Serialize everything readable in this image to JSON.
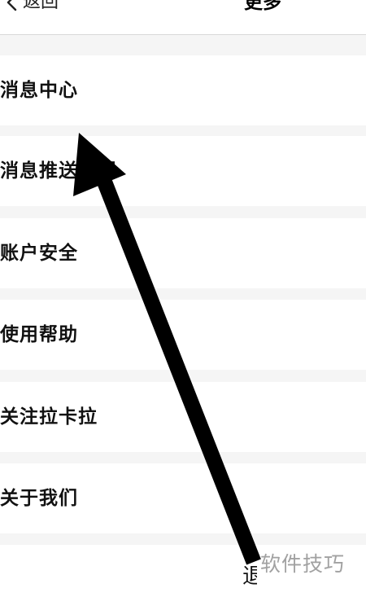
{
  "nav": {
    "back_label": "返回",
    "title": "更多"
  },
  "menu": {
    "items": [
      {
        "label": "消息中心"
      },
      {
        "label": "消息推送设置"
      },
      {
        "label": "账户安全"
      },
      {
        "label": "使用帮助"
      },
      {
        "label": "关注拉卡拉"
      },
      {
        "label": "关于我们"
      }
    ]
  },
  "bottom": {
    "partial_text": "退"
  },
  "watermark": {
    "text": "软件技巧"
  },
  "overlay": {
    "arrow_color": "#000000",
    "icon": "annotation-arrow-icon"
  },
  "colors": {
    "page_background": "#f5f5f5",
    "row_background": "#ffffff",
    "text": "#111111"
  }
}
